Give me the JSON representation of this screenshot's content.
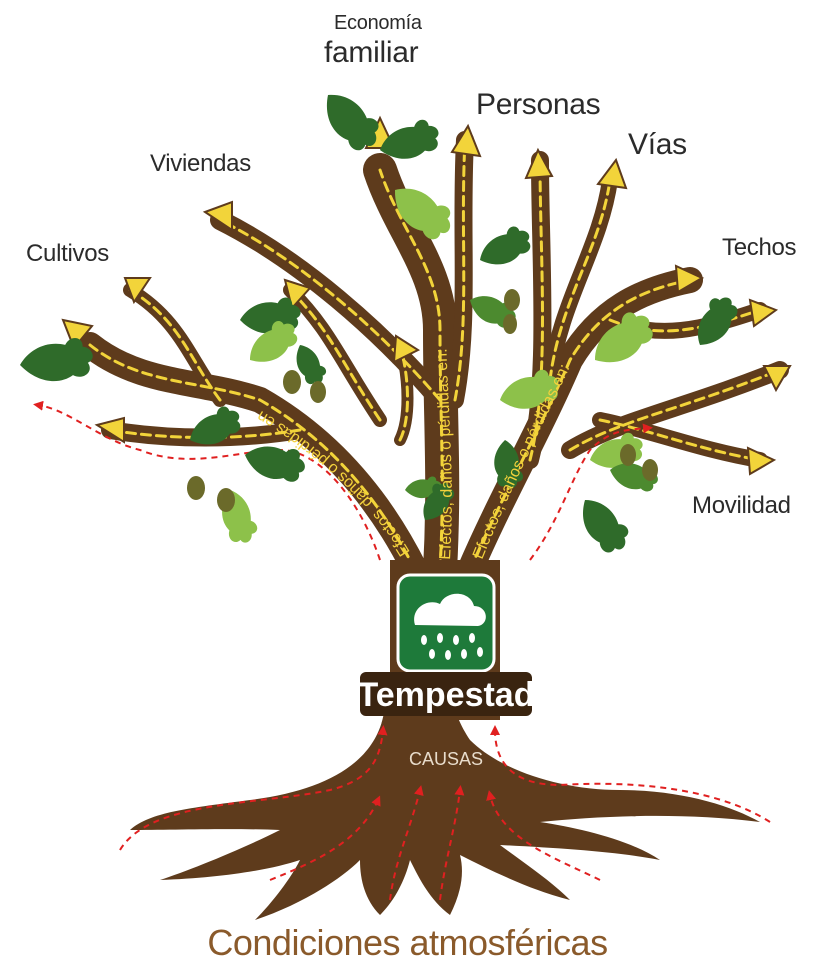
{
  "diagram": {
    "branch_labels": {
      "economia_line1": "Economía",
      "economia_line2": "familiar",
      "personas": "Personas",
      "vias": "Vías",
      "viviendas": "Viviendas",
      "cultivos": "Cultivos",
      "techos": "Techos",
      "movilidad": "Movilidad"
    },
    "trunk_texts": [
      "Efectos, daños o pérdidas en:",
      "Efectos, daños o pérdidas en:",
      "Efectos, daños o pérdidas en:"
    ],
    "center_label": "Tempestad",
    "roots_label": "CAUSAS",
    "bottom_title": "Condiciones atmosféricas",
    "colors": {
      "trunk": "#5e3b1c",
      "dash": "#f2d43a",
      "arrow": "#f2d43a",
      "leaf_dark": "#2f6b2a",
      "leaf_light": "#8dc14a",
      "icon_green": "#1e7a3a",
      "red_flow": "#e02020"
    }
  }
}
